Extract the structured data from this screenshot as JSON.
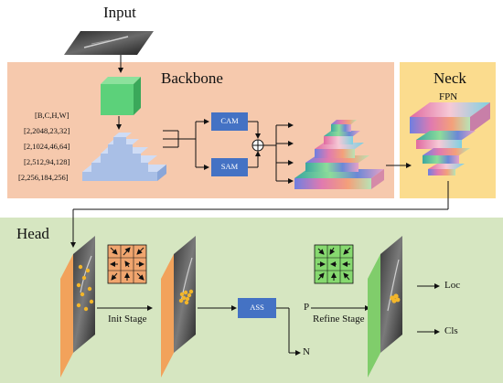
{
  "input": {
    "title": "Input"
  },
  "backbone": {
    "title": "Backbone",
    "dims": [
      "[B,C,H,W]",
      "[2,2048,23,32]",
      "[2,1024,46,64]",
      "[2,512,94,128]",
      "[2,256,184,256]"
    ],
    "cam_label": "CAM",
    "sam_label": "SAM",
    "fuse_symbol": "+"
  },
  "neck": {
    "title": "Neck",
    "subtitle": "FPN"
  },
  "head": {
    "title": "Head",
    "init_stage": "Init Stage",
    "ass_label": "ASS",
    "p_label": "P",
    "n_label": "N",
    "refine_stage": "Refine Stage",
    "loc_label": "Loc",
    "cls_label": "Cls"
  },
  "colors": {
    "backbone_bg": "#f6c9ad",
    "neck_bg": "#fbdc8e",
    "head_bg": "#d6e6c1",
    "module_box": "#4472c4",
    "cube": "#5cd17a",
    "pyramid": "#a9bfe6",
    "init_grid": "#f0a56e",
    "refine_grid": "#86d96f",
    "init_map_edge": "#f2a25b",
    "refine_map_edge": "#80cd6b",
    "points": "#f3b62a"
  },
  "icons": {
    "init_grid": "arrow-grid-icon",
    "refine_grid": "arrow-grid-icon",
    "sum": "circle-plus-icon"
  }
}
